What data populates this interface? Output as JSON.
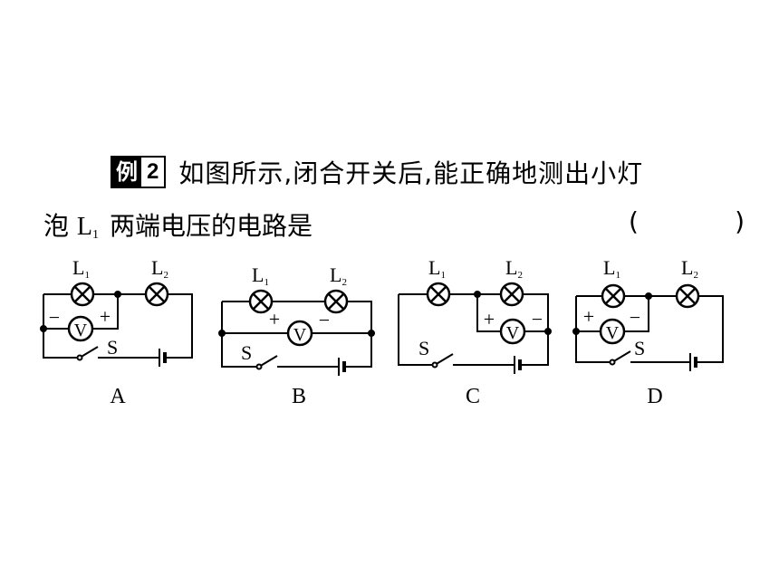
{
  "question": {
    "badge_label": "例",
    "badge_number": "2",
    "line1": "如图所示,闭合开关后,能正确地测出小灯",
    "line2_prefix": "泡",
    "lamp_letter": "L",
    "lamp_sub": "1",
    "line2_suffix": "两端电压的电路是",
    "paren_open": "(",
    "paren_close": ")"
  },
  "circuits": [
    {
      "option": "A",
      "lamp1": "L",
      "lamp1_sub": "1",
      "lamp2": "L",
      "lamp2_sub": "2",
      "meter": "V",
      "minus": "−",
      "plus": "+",
      "switch": "S"
    },
    {
      "option": "B",
      "lamp1": "L",
      "lamp1_sub": "1",
      "lamp2": "L",
      "lamp2_sub": "2",
      "meter": "V",
      "minus": "−",
      "plus": "+",
      "switch": "S"
    },
    {
      "option": "C",
      "lamp1": "L",
      "lamp1_sub": "1",
      "lamp2": "L",
      "lamp2_sub": "2",
      "meter": "V",
      "minus": "−",
      "plus": "+",
      "switch": "S"
    },
    {
      "option": "D",
      "lamp1": "L",
      "lamp1_sub": "1",
      "lamp2": "L",
      "lamp2_sub": "2",
      "meter": "V",
      "minus": "−",
      "plus": "+",
      "switch": "S"
    }
  ]
}
